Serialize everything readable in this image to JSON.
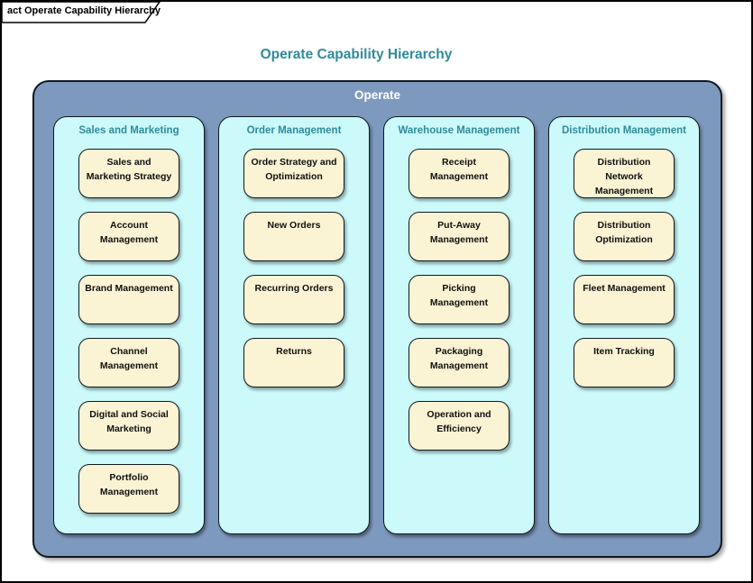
{
  "frame": {
    "tab_label": "act Operate Capability Hierarchy"
  },
  "diagram": {
    "title": "Operate Capability Hierarchy",
    "container_label": "Operate",
    "columns": [
      {
        "title": "Sales and Marketing",
        "items": [
          {
            "label": "Sales and Marketing Strategy"
          },
          {
            "label": "Account Management"
          },
          {
            "label": "Brand Management"
          },
          {
            "label": "Channel Management"
          },
          {
            "label": "Digital and Social Marketing"
          },
          {
            "label": "Portfolio Management"
          }
        ]
      },
      {
        "title": "Order Management",
        "items": [
          {
            "label": "Order Strategy and Optimization"
          },
          {
            "label": "New Orders"
          },
          {
            "label": "Recurring Orders"
          },
          {
            "label": "Returns"
          }
        ]
      },
      {
        "title": "Warehouse Management",
        "items": [
          {
            "label": "Receipt Management"
          },
          {
            "label": "Put-Away Management"
          },
          {
            "label": "Picking Management"
          },
          {
            "label": "Packaging Management"
          },
          {
            "label": "Operation and Efficiency"
          }
        ]
      },
      {
        "title": "Distribution Management",
        "items": [
          {
            "label": "Distribution Network Management"
          },
          {
            "label": "Distribution Optimization"
          },
          {
            "label": "Fleet Management"
          },
          {
            "label": "Item Tracking"
          }
        ]
      }
    ],
    "colors": {
      "container_fill": "#7E99BE",
      "column_fill": "#CCFAFB",
      "capability_fill": "#FAF3D4",
      "heading_teal": "#2E8B9A"
    }
  }
}
